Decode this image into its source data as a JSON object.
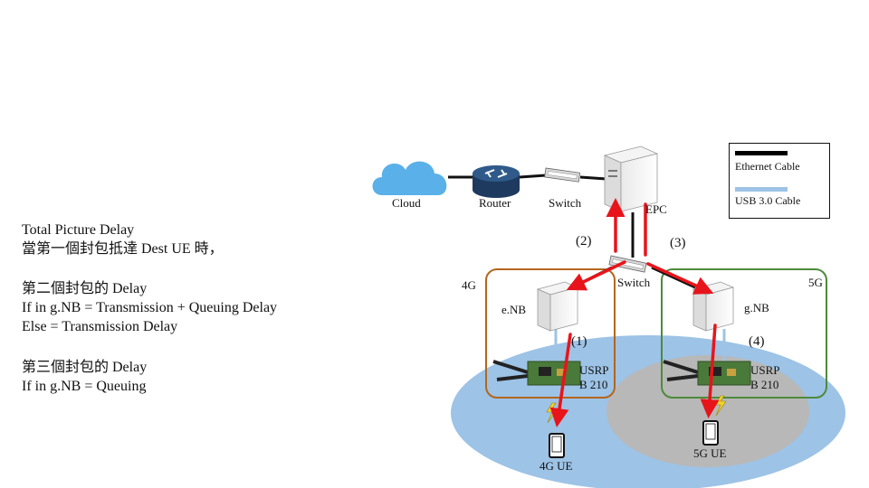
{
  "left_panel": {
    "title_line1": "Total Picture Delay",
    "title_line2": "當第一個封包抵達 Dest UE 時，",
    "p2_heading": "第二個封包的 Delay",
    "p2_if": "If in g.NB = Transmission + Queuing Delay",
    "p2_else": "Else = Transmission Delay",
    "p3_heading": "第三個封包的 Delay",
    "p3_if": "If in g.NB = Queuing"
  },
  "legend": {
    "ethernet_label": "Ethernet Cable",
    "ethernet_color": "#000000",
    "usb_label": "USB 3.0 Cable",
    "usb_color": "#9DC3E6"
  },
  "nodes": {
    "cloud": "Cloud",
    "router": "Router",
    "switch_top": "Switch",
    "epc": "EPC",
    "switch_mid": "Switch",
    "enb": "e.NB",
    "gnb": "g.NB",
    "usrp_left_line1": "USRP",
    "usrp_left_line2": "B 210",
    "usrp_right_line1": "USRP",
    "usrp_right_line2": "B 210",
    "ue_4g": "4G UE",
    "ue_5g": "5G UE"
  },
  "zones": {
    "zone_4g": "4G",
    "zone_5g": "5G",
    "zone_4g_border": "#B5651D",
    "zone_5g_border": "#4E8A3A",
    "coverage_fill": "#9DC3E6",
    "coverage_5g_fill": "#B8B8B8"
  },
  "paths": {
    "step1": "(1)",
    "step2": "(2)",
    "step3": "(3)",
    "step4": "(4)",
    "arrow_color": "#E8141B"
  }
}
